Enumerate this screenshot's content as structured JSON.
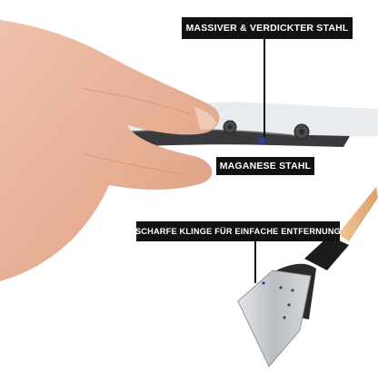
{
  "labels": {
    "top": "MASSIVER & VERDICKTER STAHL",
    "middle": "MAGANESE STAHL",
    "bottom": "SCHARFE KLINGE FÜR EINFACHE ENTFERNUNG"
  },
  "colors": {
    "label_background": "#111111",
    "label_text": "#ffffff",
    "skin": "#e9b49b",
    "blade_steel": "#c9cdd0",
    "handle_wood": "#e8b783",
    "marker_dot": "#2b3ca8"
  },
  "icons": [
    "hand-image",
    "bent-steel-blade-image",
    "scraper-tool-image"
  ]
}
